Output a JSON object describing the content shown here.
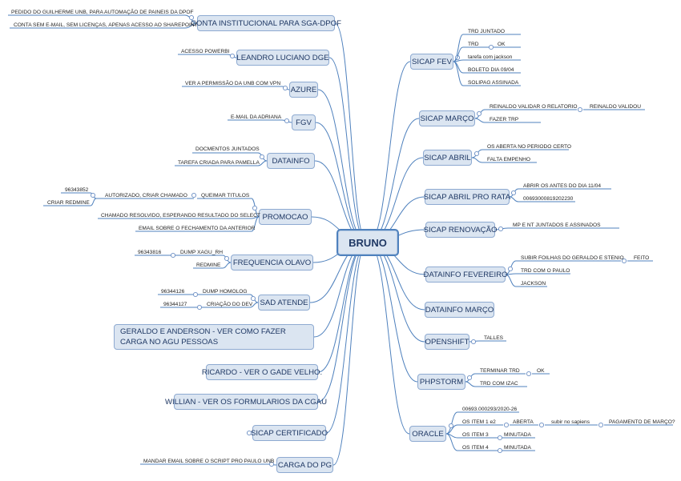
{
  "root": "BRUNO",
  "left": [
    {
      "label": "CONTA INSTITUCIONAL PARA SGA-DPOF",
      "details": [
        "PEDIDO DO GUILHERME UNB, PARA AUTOMAÇÃO DE PAINEIS DA DPOF",
        "CONTA SEM E-MAIL, SEM LICENÇAS, APENAS ACESSO AO SHAREPOINT"
      ]
    },
    {
      "label": "LEANDRO LUCIANO DGE",
      "details": [
        "ACESSO POWERBI"
      ]
    },
    {
      "label": "AZURE",
      "details": [
        "VER A PERMISSÃO DA UNB COM VPN"
      ]
    },
    {
      "label": "FGV",
      "details": [
        "E-MAIL DA ADRIANA"
      ]
    },
    {
      "label": "DATAINFO",
      "details": [
        "DOCMENTOS JUNTADOS",
        "TAREFA CRIADA PARA PAMELLA"
      ]
    },
    {
      "label": "PROMOCAO",
      "details": [
        "96343852",
        "CRIAR REDMINE",
        "AUTORIZADO, CRIAR CHAMADO",
        "QUEIMAR TITULOS",
        "CHAMADO RESOLVIDO, ESPERANDO RESULTADO DO SELECT",
        "EMAIL SOBRE O FECHAMENTO DA ANTERIOR"
      ]
    },
    {
      "label": "FREQUENCIA OLAVO",
      "details": [
        "96343816",
        "DUMP XAGU_RH",
        "REDMINE"
      ]
    },
    {
      "label": "SAD ATENDE",
      "details": [
        "96344126",
        "DUMP HOMOLOG",
        "96344127",
        "CRIAÇÃO DO DEV"
      ]
    },
    {
      "label": "GERALDO E ANDERSON - VER COMO FAZER CARGA NO AGU PESSOAS",
      "details": []
    },
    {
      "label": "RICARDO - VER O GADE VELHO.",
      "details": []
    },
    {
      "label": "WILLIAN - VER OS FORMULARIOS DA CGAU",
      "details": []
    },
    {
      "label": "SICAP CERTIFICADO",
      "details": []
    },
    {
      "label": "CARGA DO PG",
      "details": [
        "MANDAR EMAIL SOBRE O SCRIPT PRO PAULO UNB"
      ]
    }
  ],
  "right": [
    {
      "label": "SICAP FEV",
      "details": [
        "TRD JUNTADO",
        "TRD",
        "OK",
        "tarefa com jackson",
        "BOLETO DIA 09/04",
        "SOLIPAG ASSINADA"
      ]
    },
    {
      "label": "SICAP MARÇO",
      "details": [
        "REINALDO VALIDAR O RELATORIO",
        "REINALDO VALIDOU",
        "FAZER TRP"
      ]
    },
    {
      "label": "SICAP ABRIL",
      "details": [
        "OS ABERTA NO PERIODO CERTO",
        "FALTA EMPENHO"
      ]
    },
    {
      "label": "SICAP ABRIL PRO RATA",
      "details": [
        "ABRIR OS ANTES DO DIA 11/04",
        "00693000819202230"
      ]
    },
    {
      "label": "SICAP RENOVAÇÃO",
      "details": [
        "MP E NT JUNTADOS E ASSINADOS"
      ]
    },
    {
      "label": "DATAINFO FEVEREIRO",
      "details": [
        "SUBIR FOILHAS DO GERALDO E STENIO",
        "FEITO",
        "TRD COM O PAULO",
        "JACKSON"
      ]
    },
    {
      "label": "DATAINFO MARÇO",
      "details": []
    },
    {
      "label": "OPENSHIFT",
      "details": [
        "TALLES"
      ]
    },
    {
      "label": "PHPSTORM",
      "details": [
        "TERMINAR TRD",
        "OK",
        "TRD COM IZAC"
      ]
    },
    {
      "label": "ORACLE",
      "details": [
        "00693.000293/2020-26",
        "OS ITEM 1 e2",
        "ABERTA",
        "subir no sapiens",
        "PAGAMENTO DE MARÇO?",
        "OS ITEM 3",
        "MINUTADA",
        "OS ITEM 4",
        "MINUTADA"
      ]
    }
  ]
}
